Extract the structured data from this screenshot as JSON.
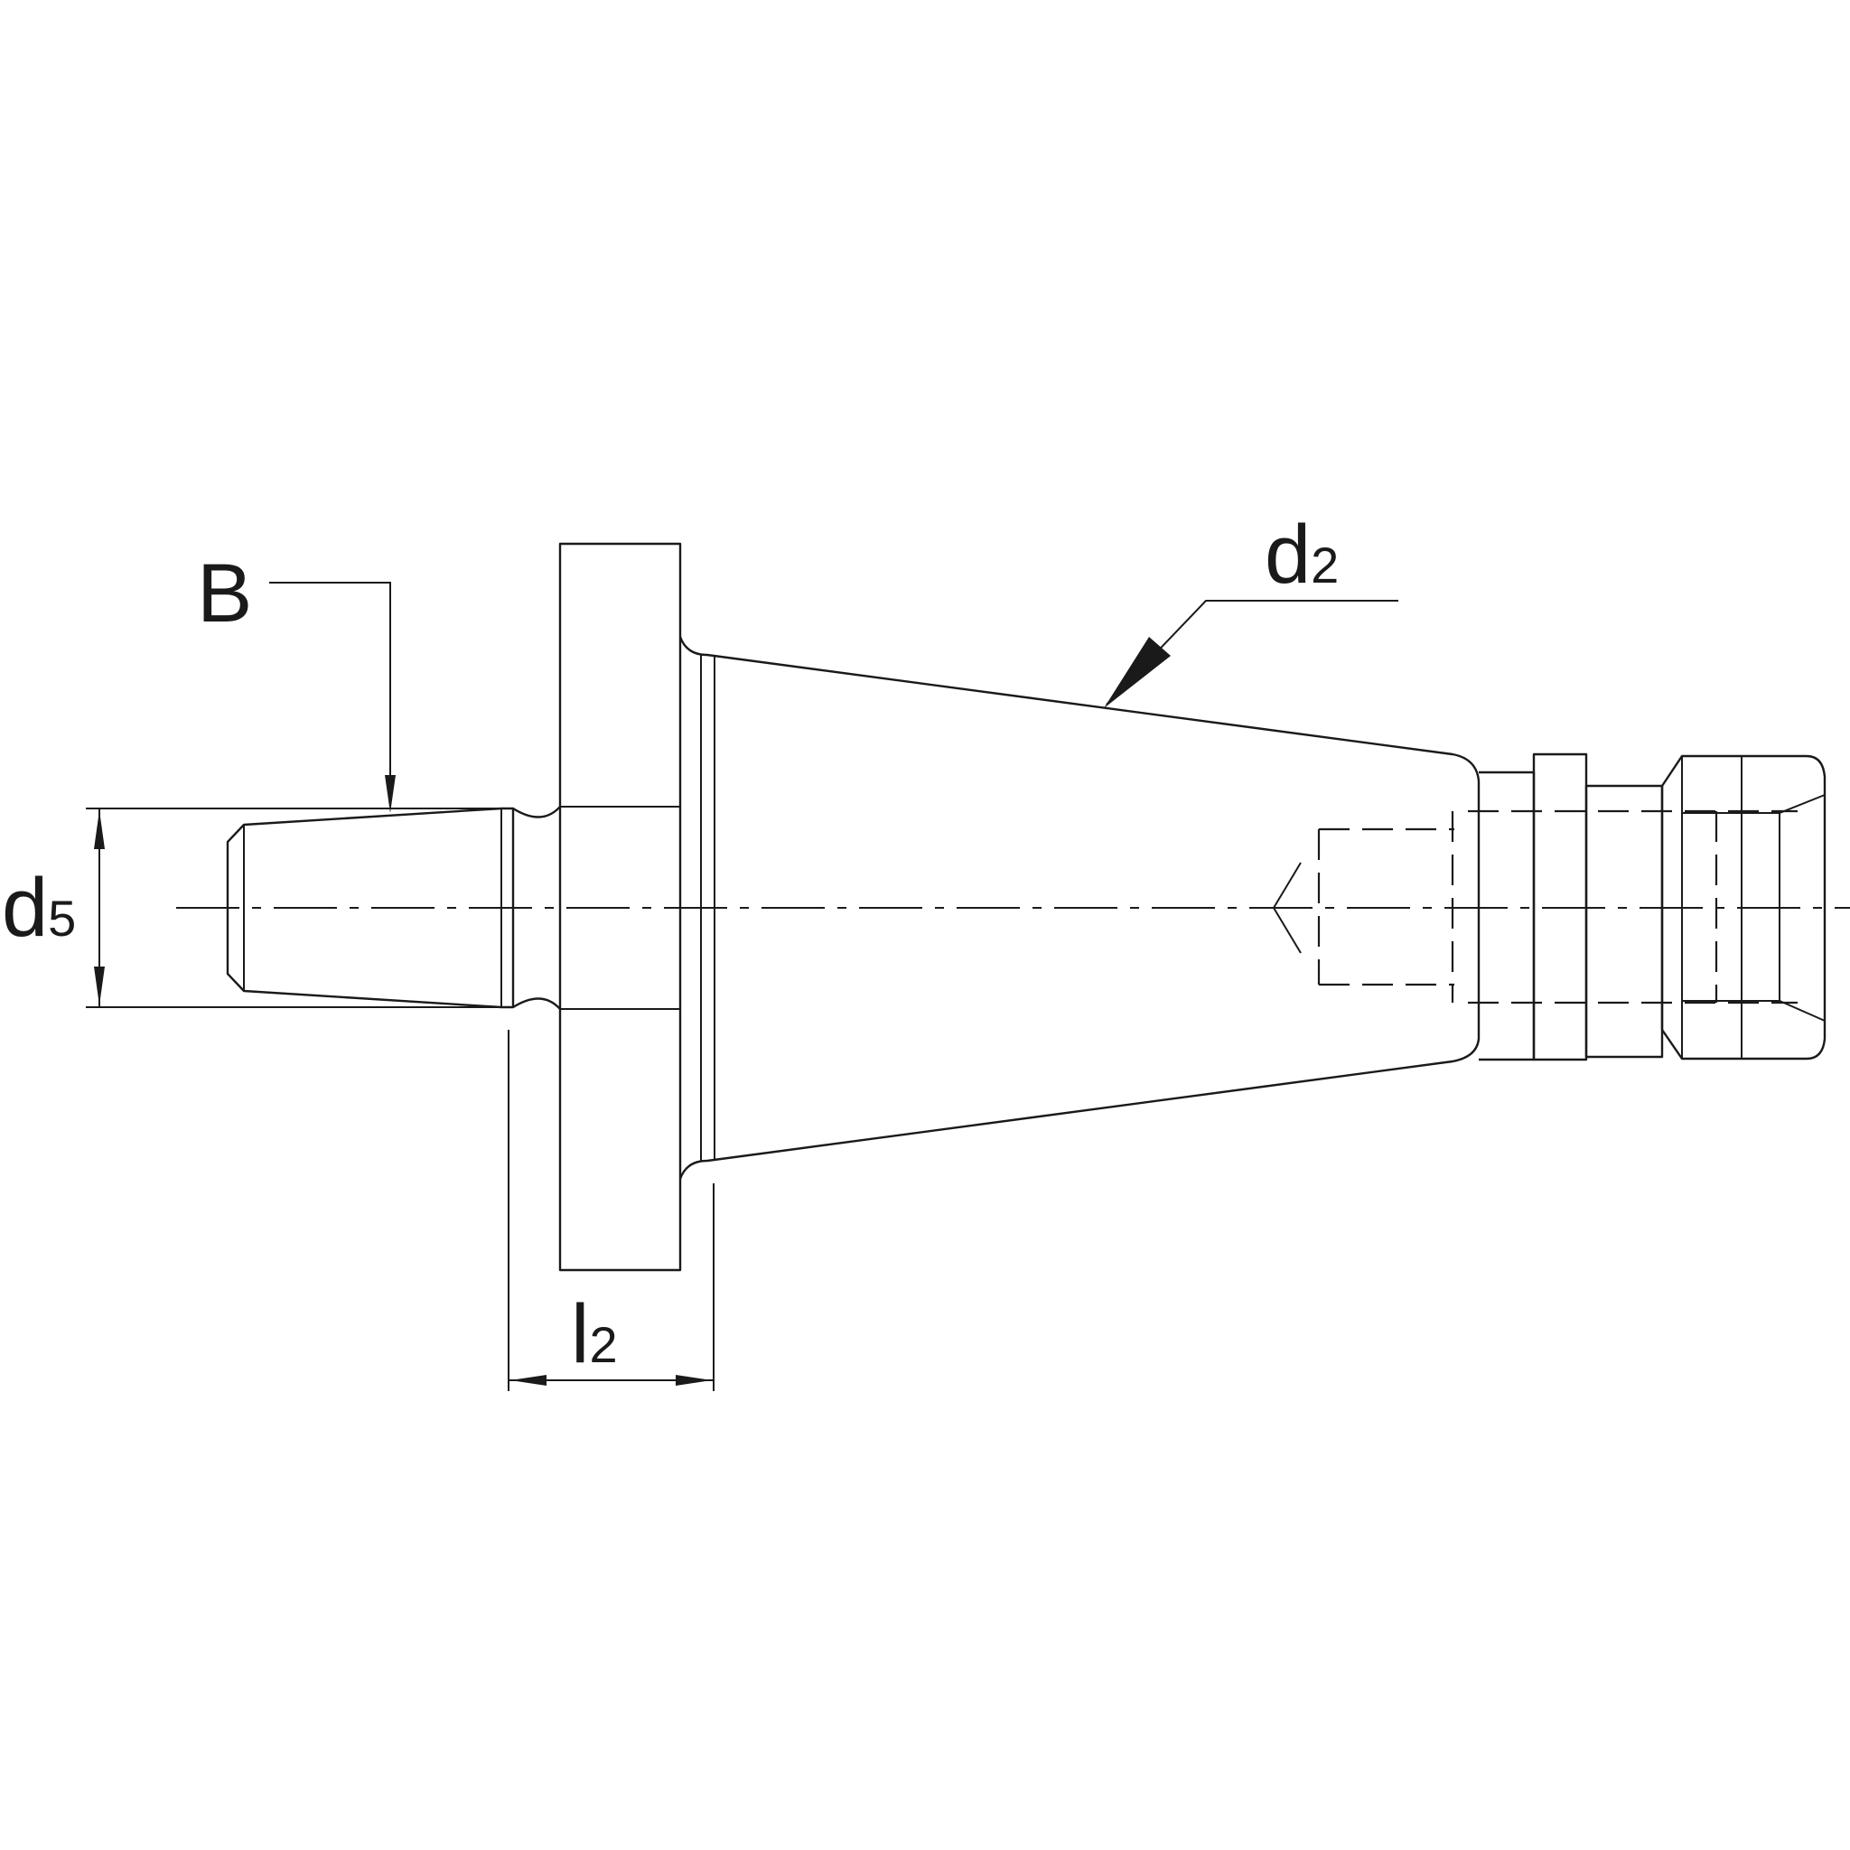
{
  "labels": {
    "b": "B",
    "d5_main": "d",
    "d5_sub": "5",
    "d2_main": "d",
    "d2_sub": "2",
    "l2_main": "l",
    "l2_sub": "2"
  }
}
